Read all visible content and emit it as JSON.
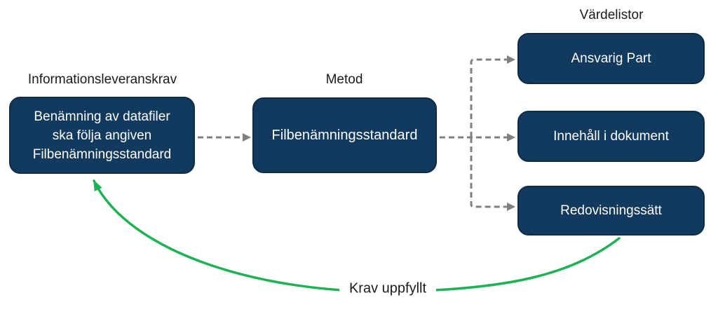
{
  "diagram": {
    "headings": {
      "left": "Informationsleveranskrav",
      "middle": "Metod",
      "right": "Värdelistor"
    },
    "boxes": {
      "requirement_lines": {
        "0": "Benämning av datafiler",
        "1": "ska följa angiven",
        "2": "Filbenämningsstandard"
      },
      "method": "Filbenämningsstandard",
      "valuelists": {
        "0": "Ansvarig Part",
        "1": "Innehåll i dokument",
        "2": "Redovisningssätt"
      }
    },
    "feedback_label": "Krav uppfyllt",
    "colors": {
      "box_fill": "#123a5e",
      "box_border": "#0d2b45",
      "box_text": "#ffffff",
      "connector_gray": "#808080",
      "feedback_green": "#1db254",
      "heading_text": "#1a1a1a",
      "background": "#ffffff"
    }
  }
}
